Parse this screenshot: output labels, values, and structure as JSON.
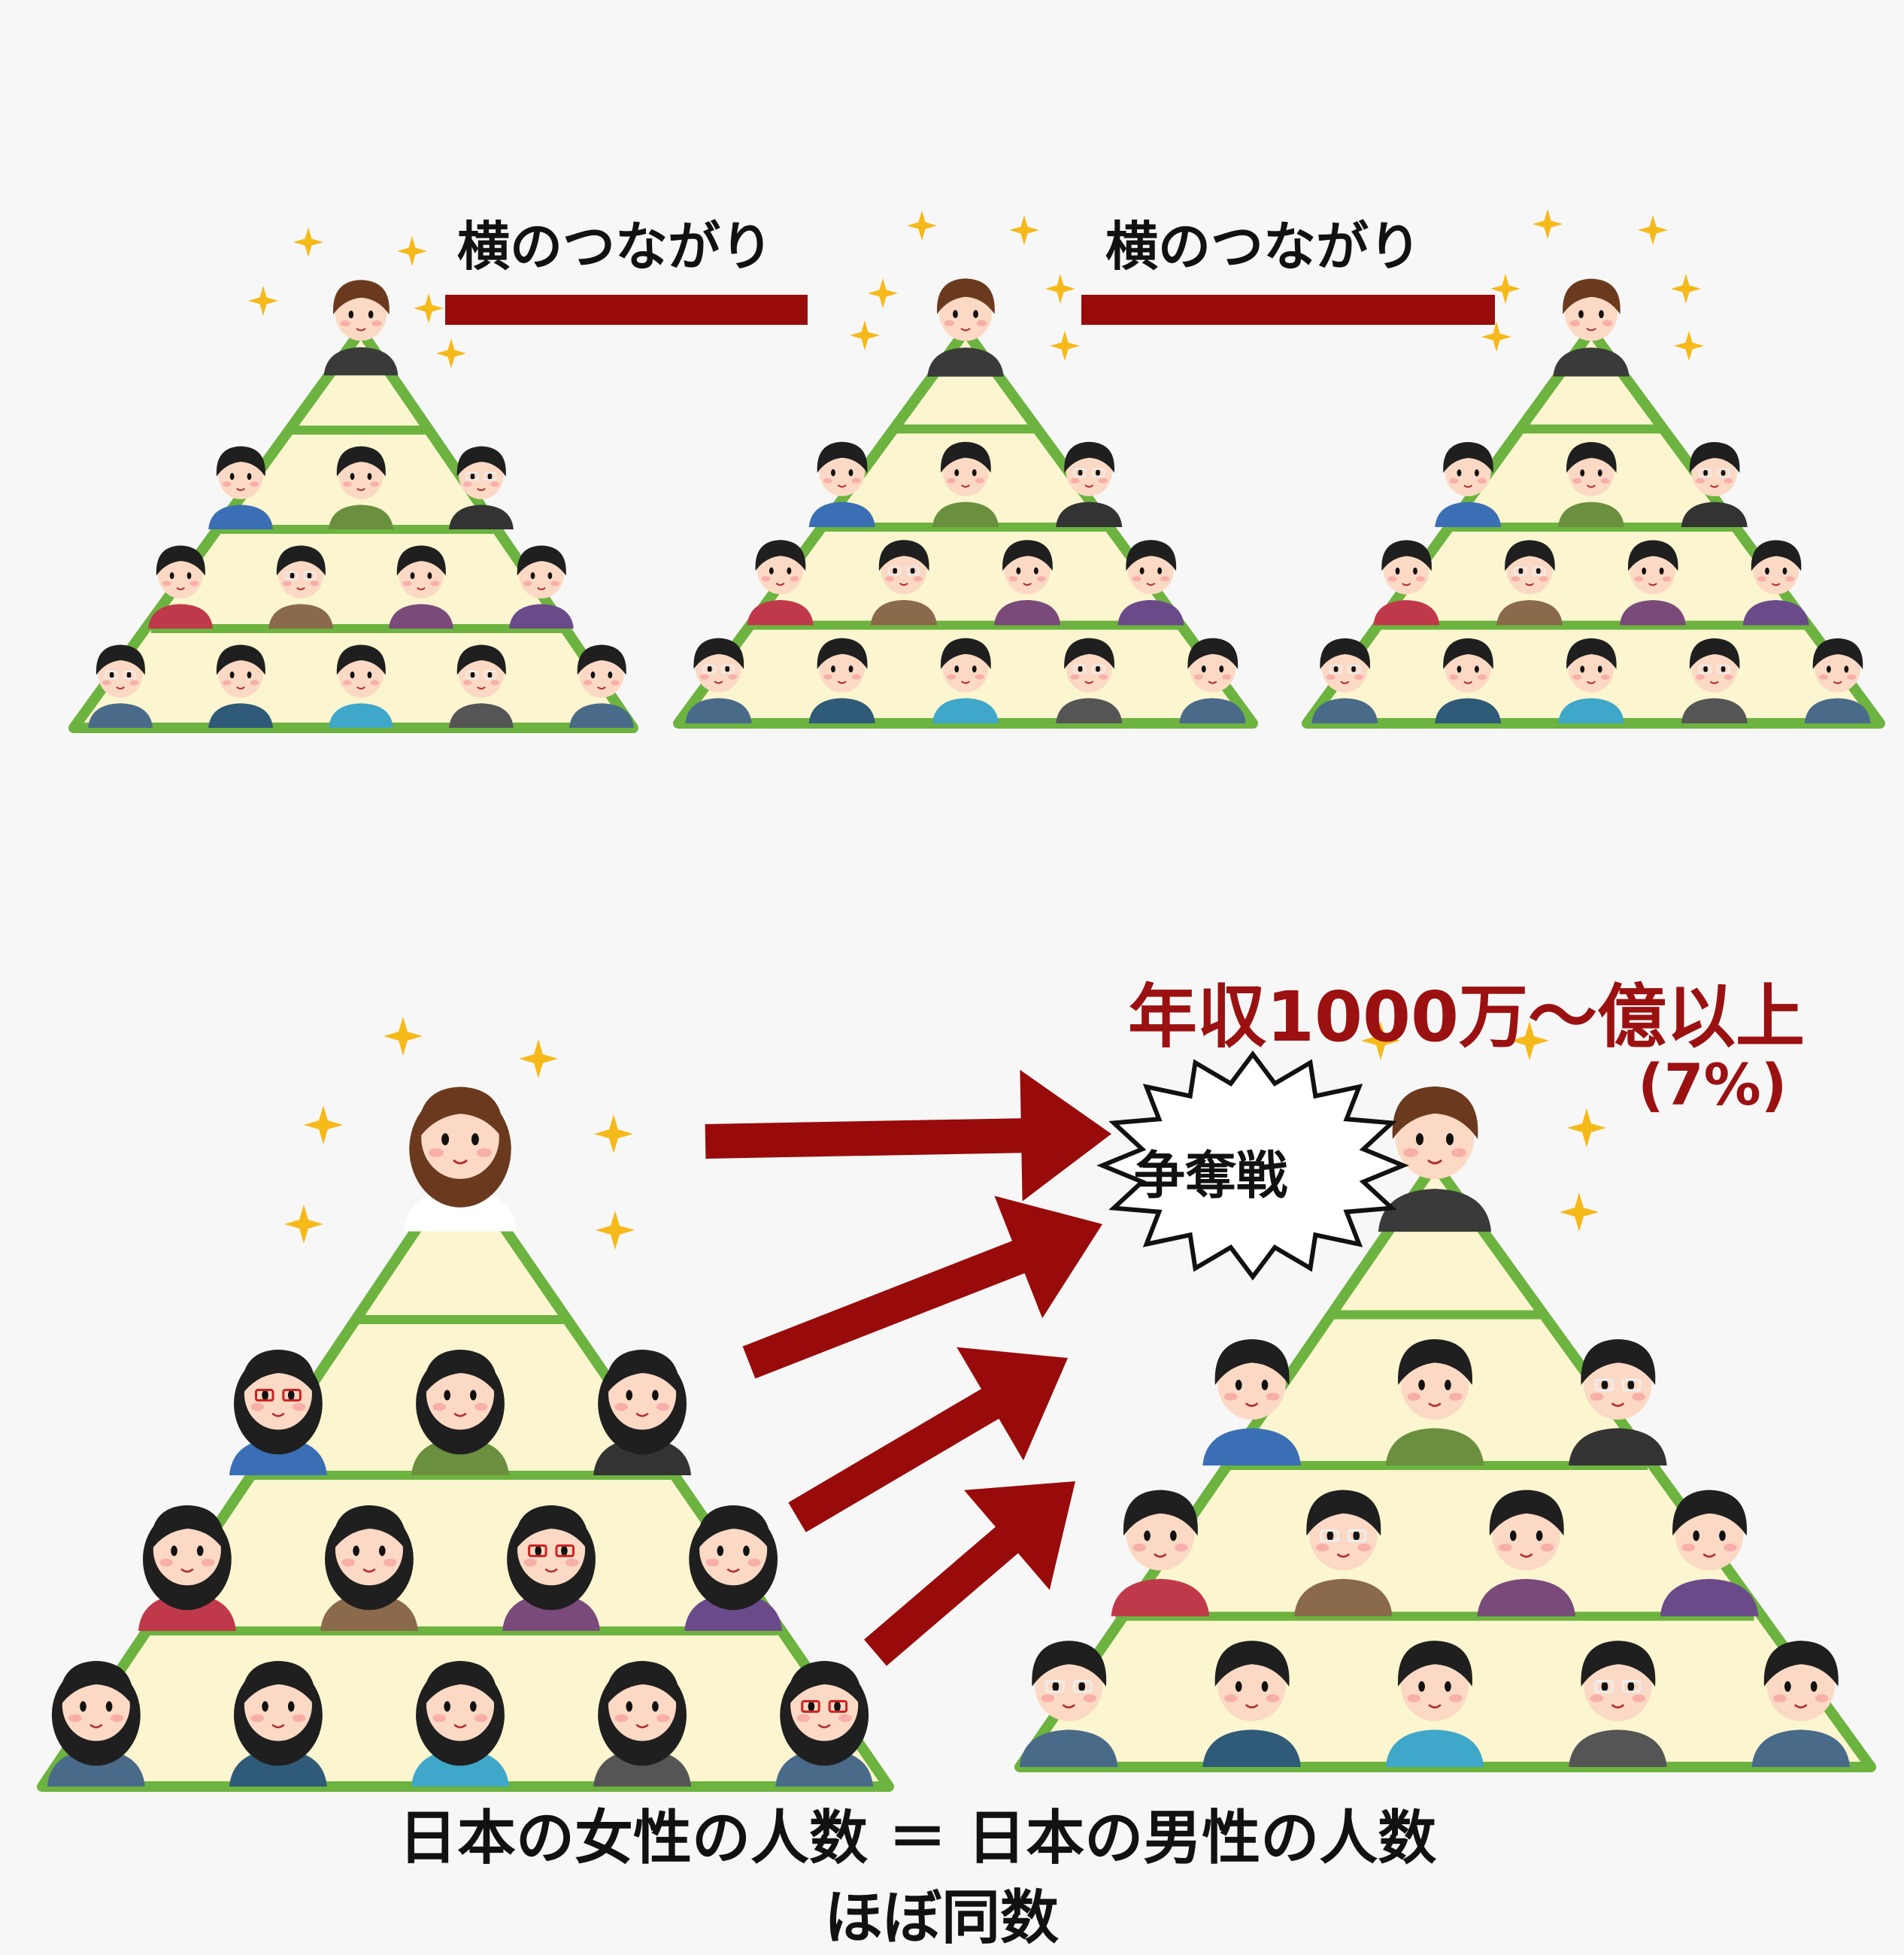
{
  "top_links": [
    "横のつながり",
    "横のつながり"
  ],
  "income_label": "年収1000万〜億以上",
  "income_percent": "(7%)",
  "competition_label": "争奪戦",
  "caption_line1": "日本の女性の人数 ＝ 日本の男性の人数",
  "caption_line2": "ほぼ同数",
  "colors": {
    "arrow": "#990b0b",
    "pyramid_border": "#6cb33f",
    "pyramid_fill": "#fbf6cf",
    "star": "#f5b91a",
    "text_red": "#9b1111"
  }
}
